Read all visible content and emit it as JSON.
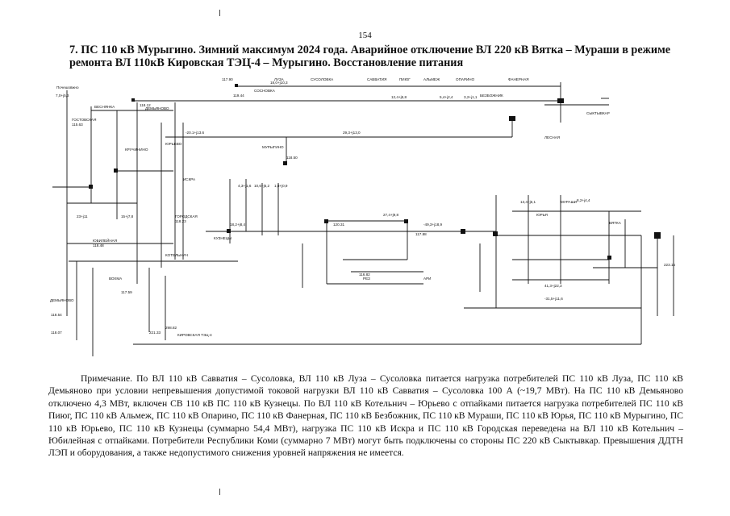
{
  "page": {
    "number": "154",
    "title": "7. ПС 110 кВ Мурыгино. Зимний максимум 2024 года. Аварийное отключение ВЛ 220 кВ Вятка – Мураши в режиме ремонта ВЛ 110кВ Кировская ТЭЦ-4 – Мурыгино. Восстановление питания",
    "note": "Примечание. По ВЛ 110 кВ Савватия – Сусоловка, ВЛ 110 кВ Луза – Сусоловка питается нагрузка потребителей ПС 110 кВ Луза, ПС 110 кВ Демьяново при условии непревышения допустимой токовой нагрузки ВЛ 110 кВ Савватия – Сусоловка 100 А (~19,7 МВт). На ПС 110 кВ Демьяново отключено 4,3 МВт, включен СВ 110 кВ ПС 110 кВ Кузнецы. По ВЛ 110 кВ Котельнич – Юрьево с отпайками питается нагрузка потребителей ПС 110 кВ Пиюг, ПС 110 кВ Альмеж, ПС 110 кВ Опарино, ПС 110 кВ Фанерная, ПС 110 кВ Безбожник, ПС 110 кВ Мураши, ПС 110 кВ Юрья, ПС 110 кВ Мурыгино, ПС 110 кВ Юрьево, ПС 110 кВ Кузнецы (суммарно 54,4 МВт), нагрузка ПС 110 кВ Искра и ПС 110 кВ Городская переведена на ВЛ 110 кВ Котельнич – Юбилейная с отпайками. Потребители Республики Коми (суммарно 7 МВт) могут быть подключены со стороны ПС 220 кВ Сыктывкар. Превышения ДДТН ЛЭП и оборудования, а также недопустимого снижения уровней напряжения не имеется."
  },
  "diagram": {
    "labels": {
      "l1": "Почешовжно",
      "l2": "7,0+j5,3",
      "l3": "ГОСТОВСКАЯ",
      "l4": "115.63",
      "l5": "ВЕСНЯНКА",
      "l6": "ДЕМЬЯНОВО",
      "l7": "ВОХМА",
      "l8": "118.12",
      "l9": "КРУЧИНИНО",
      "l10": "ЮРЬЕВО",
      "l11": "КОТЕЛЬНИЧ",
      "l12": "ГОРОДСКАЯ",
      "l13": "118.23",
      "l14": "ИСКРА",
      "l15": "ЮБИЛЕЙНАЯ",
      "l16": "118.48",
      "l17": "КУЗНЕЦЫ",
      "l18": "МУРЫГИНО",
      "l19": "СОСНОВКА",
      "l20": "БЕЗБОЖНИК",
      "l21": "ВЯТКА",
      "l22": "223.15",
      "l23": "ЛУЗА",
      "l24": "САВВАТИЯ",
      "l25": "СУСОЛОВКА",
      "l26": "ПИЮГ",
      "l27": "АЛЬМЕЖ",
      "l28": "ОПАРИНО",
      "l29": "ФАНЕРНАЯ",
      "l30": "МУРАШИ",
      "l31": "ЮРЬЯ",
      "l32": "ЛЕСНАЯ",
      "l33": "СЫКТЫВКАР",
      "l34": "117.90",
      "l35": "119.44",
      "l36": "118.50",
      "l37": "117.88",
      "l38": "120.31",
      "l39": "116.82",
      "l40": "221.33",
      "l41": "298.82",
      "l42": "118.07",
      "l43": "118.54",
      "l44": "117.59",
      "l45": "-20.1+j13.6",
      "l46": "18,0+j10,3",
      "l47": "29,3+j13,0",
      "l48": "12,4+j5,8",
      "l49": "5,4+j2,4",
      "l50": "3,2+j1,1",
      "l51": "27,4+j9,8",
      "l52": "-49,3+j18,9",
      "l53": "13,4+j6,1",
      "l54": "8,2+j4,4",
      "l55": "-31,5+j11,6",
      "l56": "41,3+j22,3",
      "l57": "4,3+j1,6",
      "l58": "10,6+j5,2",
      "l59": "18,2+j8,4",
      "l60": "1,8+j0,9",
      "l61": "КИРОВСКАЯ ТЭЦ-4",
      "l62": "РЕЗ",
      "l63": "АРИ",
      "l64": "15+j7,8",
      "l65": "23+j11",
      "l66": "ДЕМЬЯНОВО"
    }
  }
}
